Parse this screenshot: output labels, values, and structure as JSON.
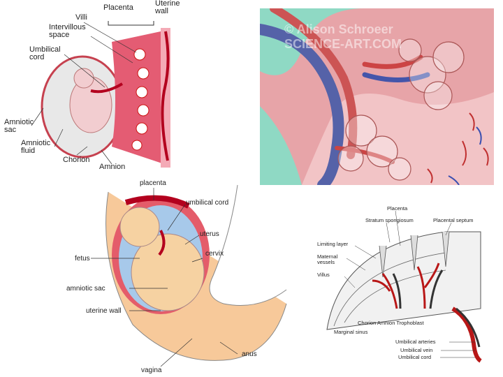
{
  "panel_top_left": {
    "labels": {
      "placenta": "Placenta",
      "uterine_wall": "Uterine\nwall",
      "villi": "Villi",
      "intervillous_space": "Intervillous\nspace",
      "umbilical_cord": "Umbilical\ncord",
      "amniotic_sac": "Amniotic\nsac",
      "amniotic_fluid": "Amniotic\nfluid",
      "chorion": "Chorion",
      "amnion": "Amnion"
    }
  },
  "panel_top_right": {
    "watermark": "© Alison Schroeer\nSCIENCE-ART.COM"
  },
  "panel_bottom_left": {
    "labels": {
      "placenta": "placenta",
      "umbilical_cord": "umbilical cord",
      "uterus": "uterus",
      "cervix": "cervix",
      "fetus": "fetus",
      "amniotic_sac": "amniotic sac",
      "uterine_wall": "uterine wall",
      "anus": "anus",
      "vagina": "vagina"
    }
  },
  "panel_bottom_right": {
    "labels": {
      "placenta": "Placenta",
      "stratum_spongiosum": "Stratum spongiosum",
      "placental_septum": "Placental septum",
      "limiting_layer": "Limiting layer",
      "maternal_vessels": "Maternal\nvessels",
      "villus": "Villus",
      "chorion_amnion_trophoblast": "Chorion  Amnion Trophoblast",
      "marginal_sinus": "Marginal sinus",
      "umbilical_arteries": "Umbilical arteries",
      "umbilical_vein": "Umbilical vein",
      "umbilical_cord": "Umbilical cord"
    }
  }
}
